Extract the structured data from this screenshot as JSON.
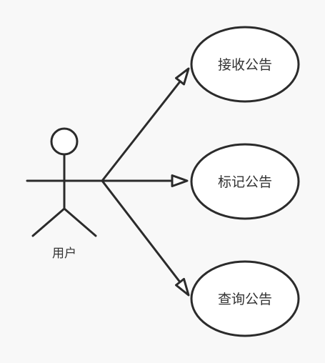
{
  "actor": {
    "label": "用户"
  },
  "use_cases": [
    {
      "label": "接收公告"
    },
    {
      "label": "标记公告"
    },
    {
      "label": "查询公告"
    }
  ]
}
